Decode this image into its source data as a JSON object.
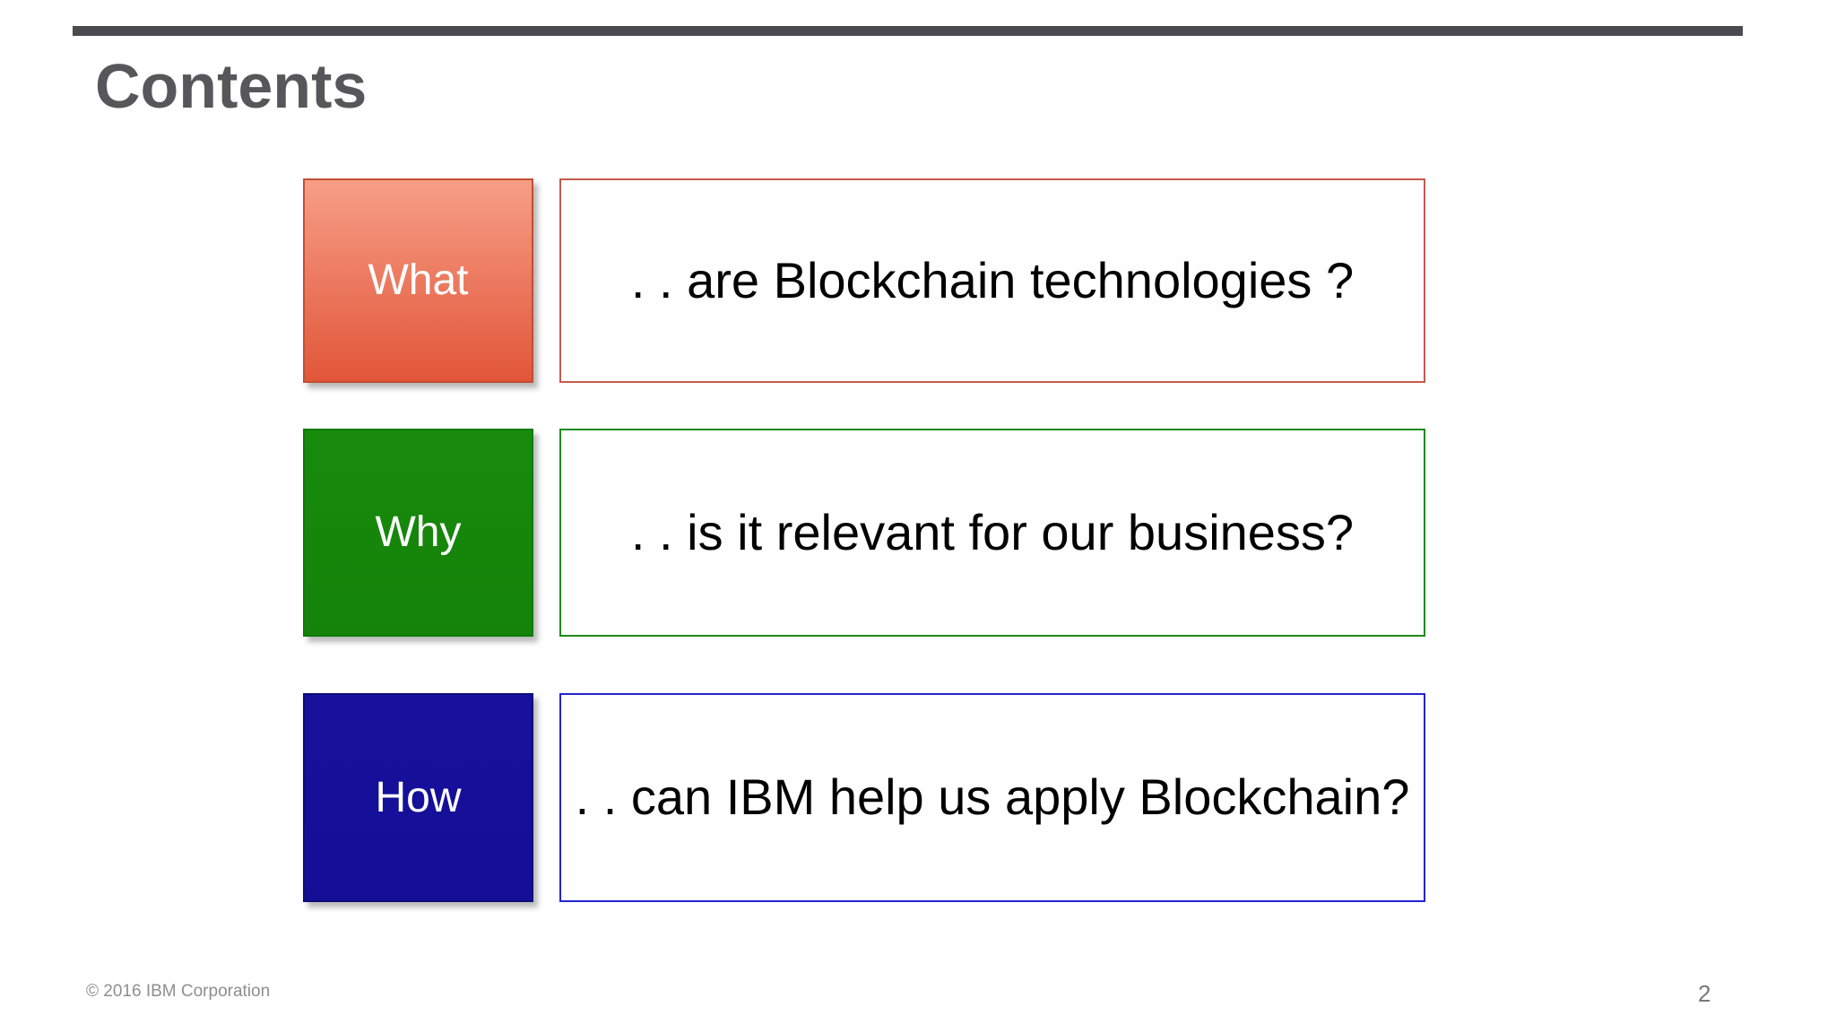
{
  "slide": {
    "title": "Contents",
    "copyright": "© 2016 IBM Corporation",
    "page_number": "2",
    "colors": {
      "top_bar": "#4a4a4f",
      "title_text": "#57575b",
      "footer_text": "#8e8e90"
    },
    "rows": [
      {
        "label": "What",
        "description": ". . are Blockchain technologies ?",
        "square_color_top": "#f79e87",
        "square_color_bottom": "#e15639",
        "square_border": "#c24e33",
        "box_border": "#c25b4d"
      },
      {
        "label": "Why",
        "description": ". . is it relevant for our business?",
        "square_color_top": "#178a0c",
        "square_color_bottom": "#15830a",
        "square_border": "#0f7a06",
        "box_border": "#1f8a17"
      },
      {
        "label": "How",
        "description": ". . can IBM help us apply Blockchain?",
        "square_color_top": "#16109c",
        "square_color_bottom": "#140e97",
        "square_border": "#0e0a78",
        "box_border": "#2424d0"
      }
    ]
  }
}
